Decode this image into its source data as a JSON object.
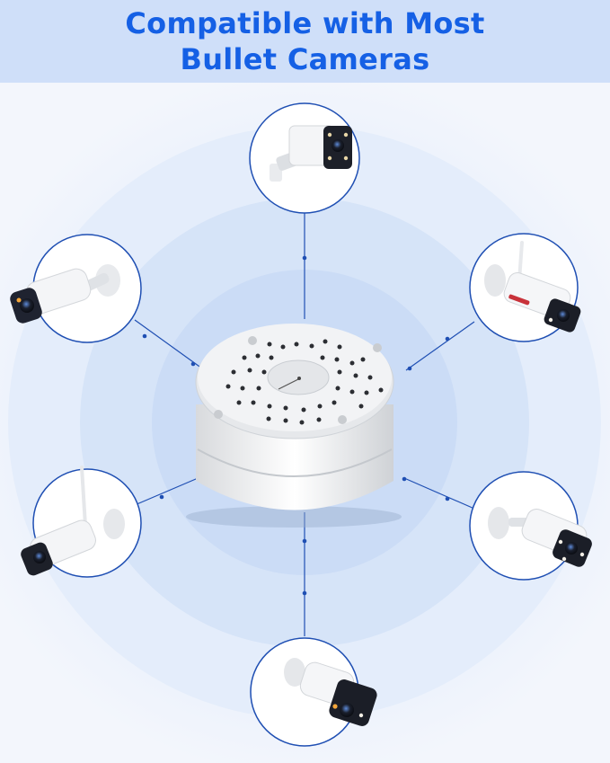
{
  "header": {
    "title_line1": "Compatible with Most",
    "title_line2": "Bullet Cameras"
  },
  "colors": {
    "title": "#1560e5",
    "header_bg": "#cfdff9",
    "ring_line": "#1f4fb3",
    "glow": "#c9dbf7"
  },
  "cameras": [
    {
      "name": "top-camera"
    },
    {
      "name": "upper-left-camera"
    },
    {
      "name": "upper-right-camera"
    },
    {
      "name": "lower-left-camera"
    },
    {
      "name": "lower-right-camera"
    },
    {
      "name": "bottom-camera"
    }
  ]
}
